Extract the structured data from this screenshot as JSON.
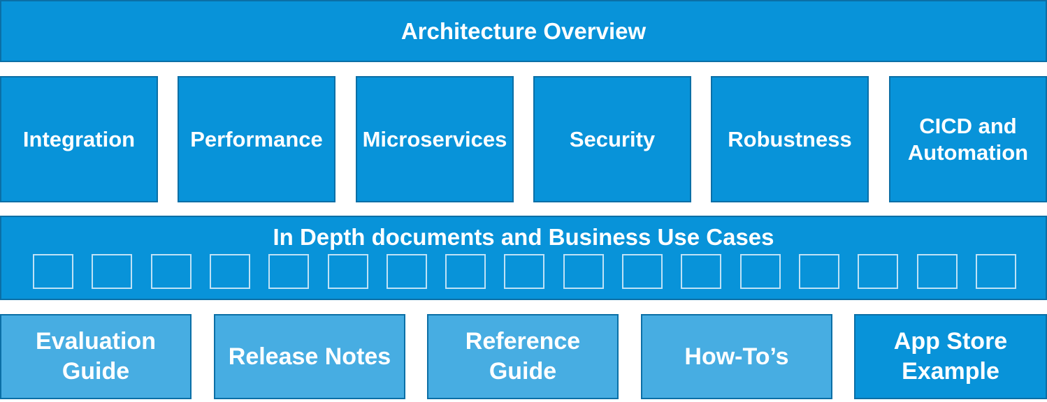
{
  "header": {
    "title": "Architecture Overview"
  },
  "pillars": [
    {
      "label": "Integration"
    },
    {
      "label": "Performance"
    },
    {
      "label": "Microservices"
    },
    {
      "label": "Security"
    },
    {
      "label": "Robustness"
    },
    {
      "label": "CICD and\nAutomation"
    }
  ],
  "in_depth": {
    "title": "In Depth documents and Business Use Cases",
    "slot_count": 17
  },
  "docs": [
    {
      "label": "Evaluation\nGuide"
    },
    {
      "label": "Release Notes"
    },
    {
      "label": "Reference\nGuide"
    },
    {
      "label": "How-To’s"
    },
    {
      "label": "App Store\nExample"
    }
  ],
  "colors": {
    "primary": "#0893d9",
    "secondary": "#47ade2",
    "border": "#0b6fa6",
    "slot_border": "#bfe2f6"
  }
}
